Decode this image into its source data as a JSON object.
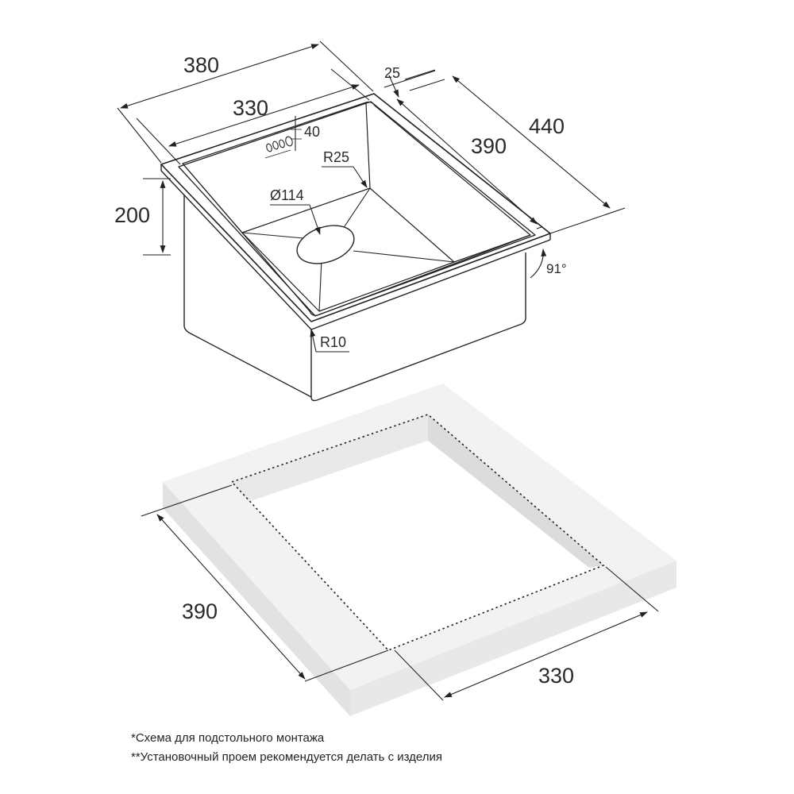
{
  "sink": {
    "outer_width": "380",
    "inner_width": "330",
    "flange": "25",
    "outer_depth": "440",
    "inner_depth": "390",
    "height": "200",
    "drain_diameter": "Ø114",
    "corner_radius_inner": "R25",
    "corner_radius_outer": "R10",
    "tap_offset": "40",
    "angle": "91°"
  },
  "cutout": {
    "depth": "390",
    "width": "330"
  },
  "notes": {
    "line1": "*Схема для подстольного монтажа",
    "line2": "**Установочный проем рекомендуется делать с изделия"
  }
}
